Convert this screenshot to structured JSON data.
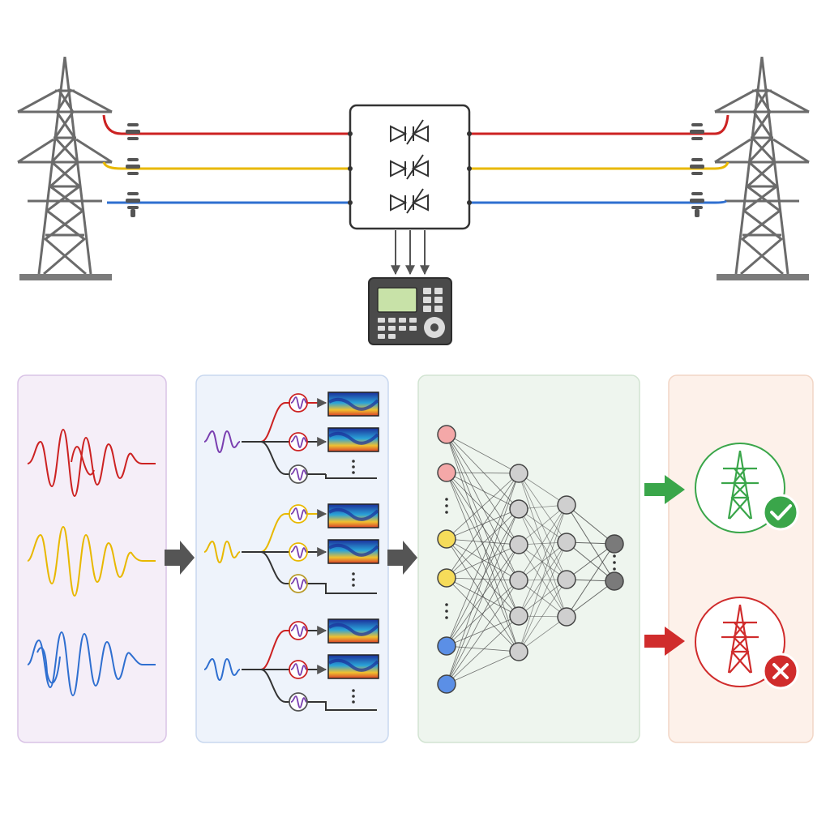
{
  "colors": {
    "phase_a": "#cc2222",
    "phase_b": "#e8b800",
    "phase_c": "#2f6fd0",
    "signal_purple": "#7a3fb0",
    "tower": "#6b6b6b",
    "ok_green": "#3aa64a",
    "fault_red": "#d02c2c",
    "panel_raw": "#f5eef8",
    "panel_raw_border": "#d9c3e6",
    "panel_transform": "#eef3fb",
    "panel_transform_border": "#c9d8ef",
    "panel_network": "#eef5ee",
    "panel_network_border": "#d2e4d2",
    "panel_output": "#fdf1ea",
    "panel_output_border": "#f2d6c6",
    "node_red": "#f4a8a8",
    "node_yellow": "#f6dc5a",
    "node_blue": "#5b8fe6",
    "node_gray": "#cfcfcf",
    "node_dark": "#7a7a7a",
    "arrow_gray": "#555555"
  },
  "icons": {
    "left_tower": "transmission-tower-icon",
    "right_tower": "transmission-tower-icon",
    "switch_box": "thyristor-switch-icon",
    "controller": "controller-device-icon",
    "normal_status": "check-circle-icon",
    "fault_status": "cross-circle-icon"
  },
  "network": {
    "input_nodes": [
      "red",
      "red",
      "yellow",
      "yellow",
      "blue",
      "blue"
    ],
    "hidden1_count": 6,
    "hidden2_count": 4,
    "output_count": 2
  }
}
